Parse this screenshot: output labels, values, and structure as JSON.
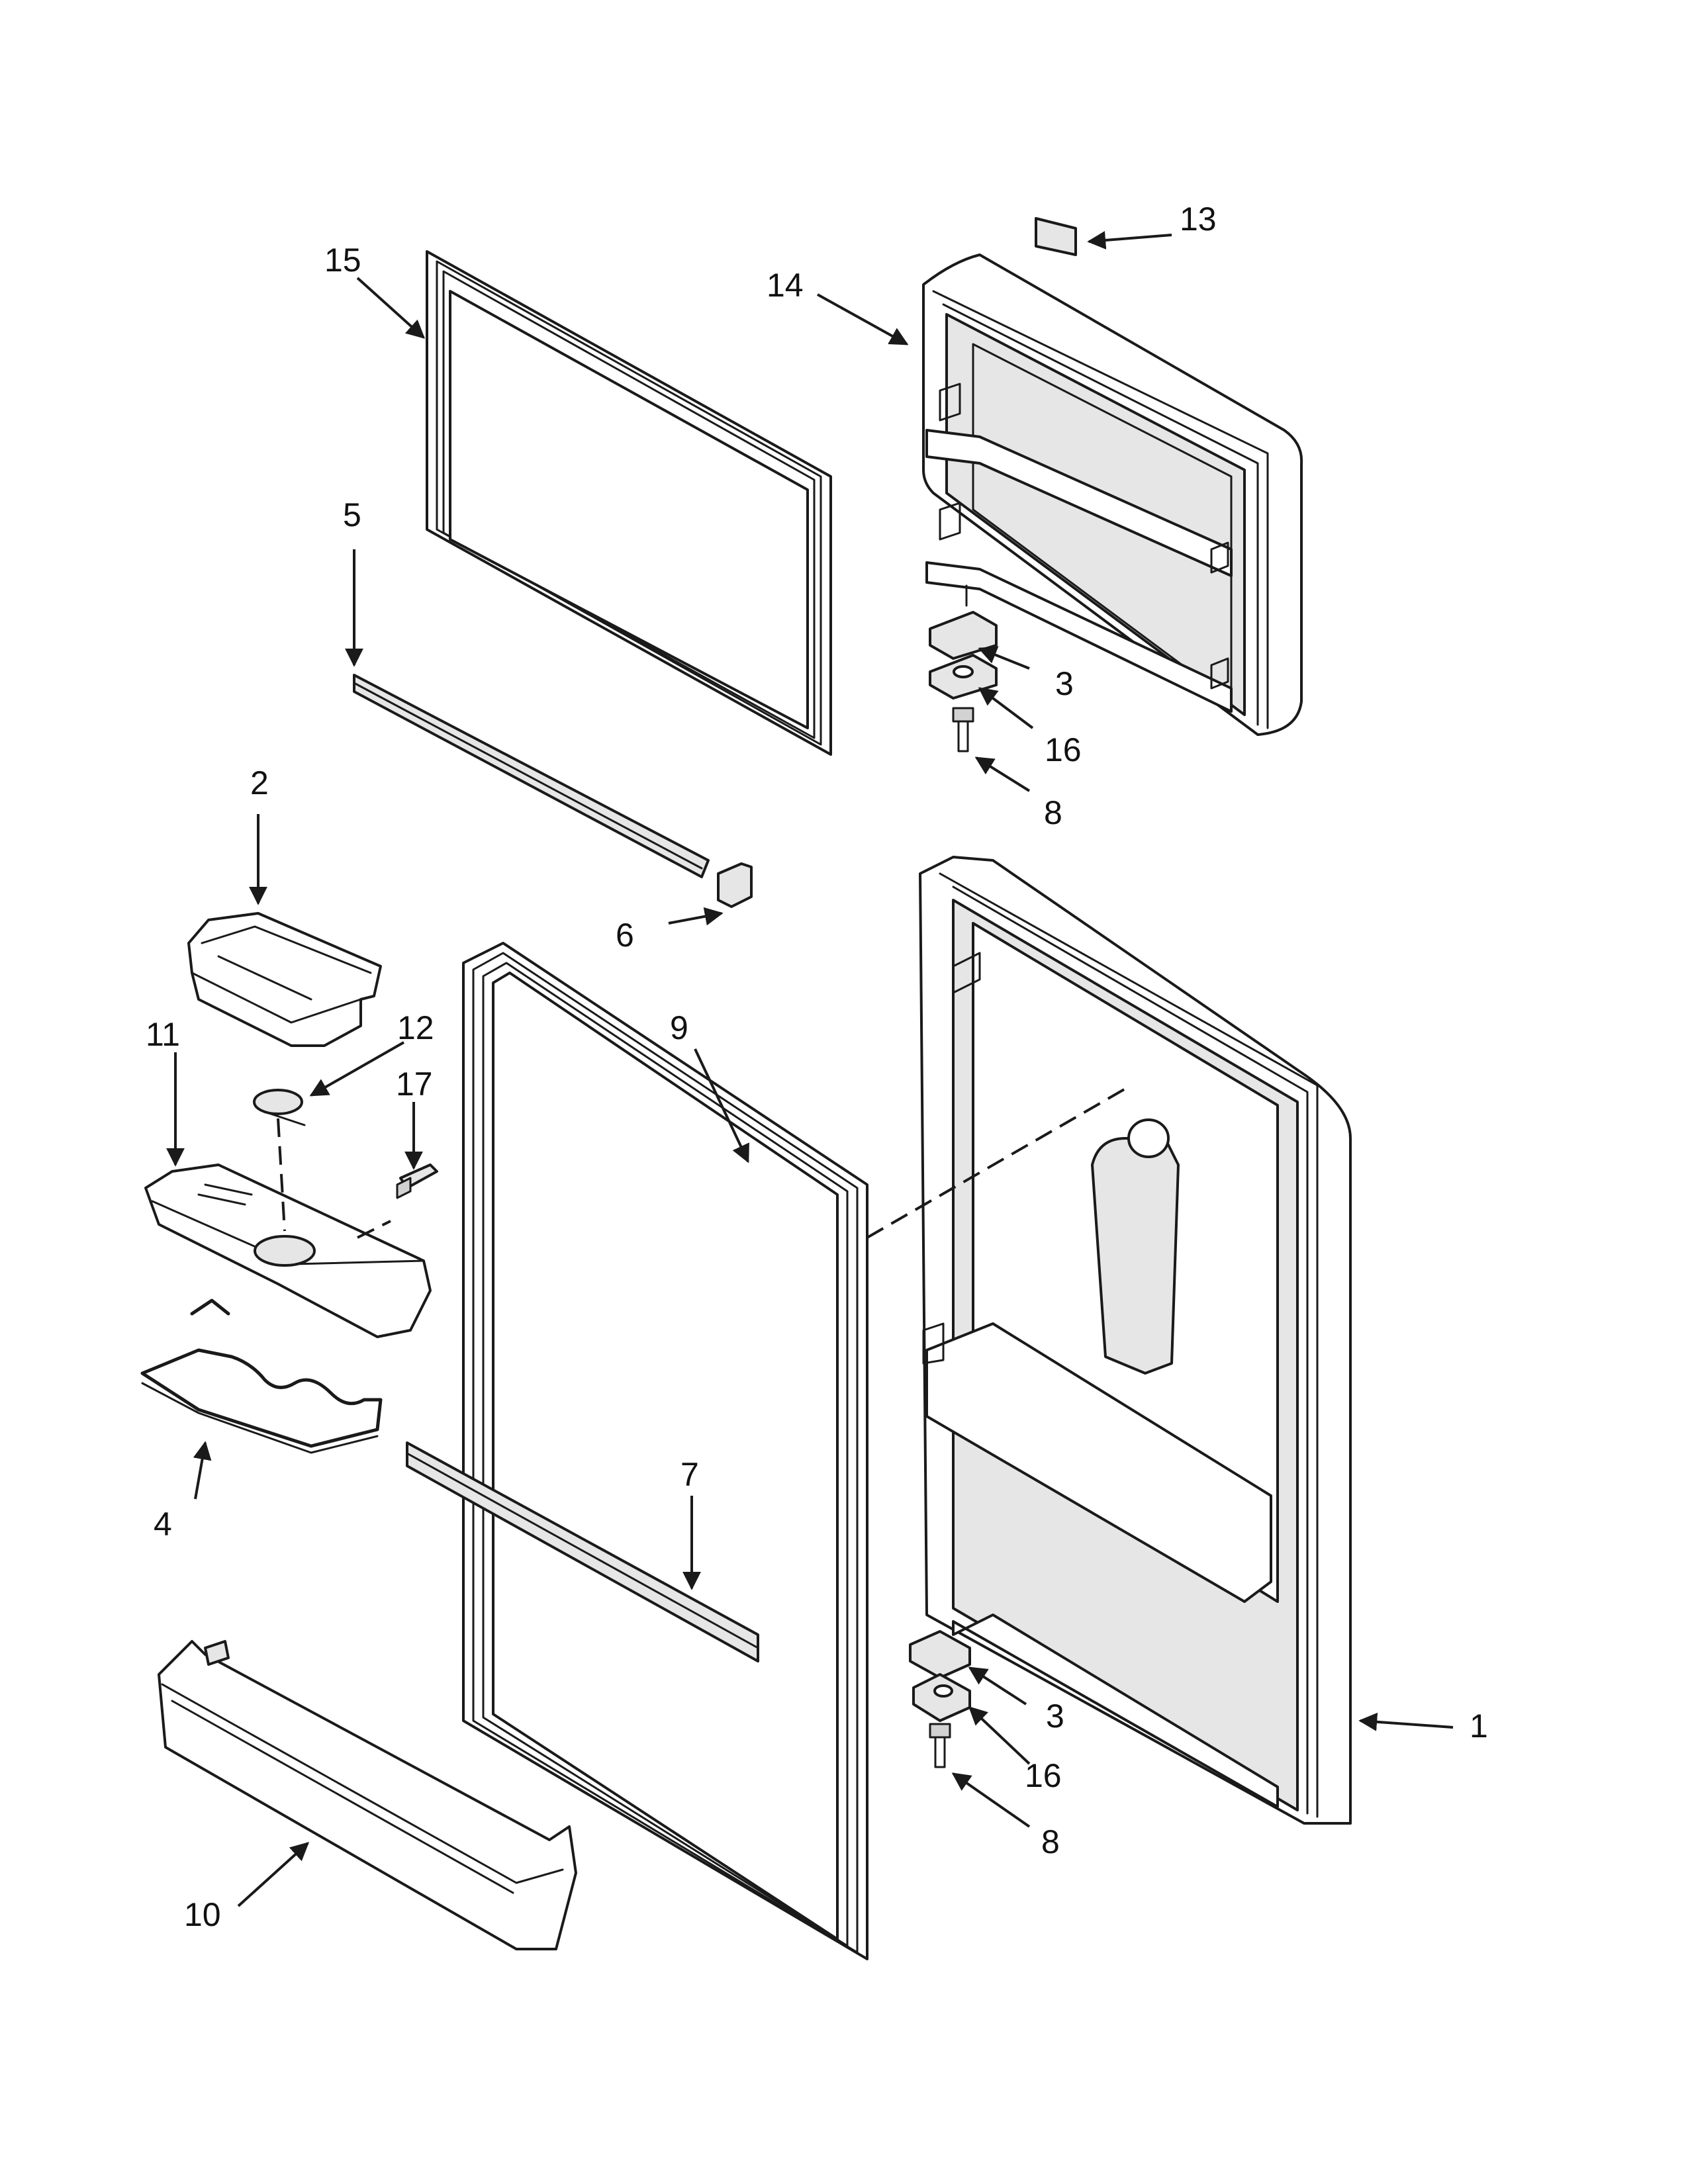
{
  "callouts": {
    "c1": "1",
    "c2": "2",
    "c3a": "3",
    "c3b": "3",
    "c4": "4",
    "c5": "5",
    "c6": "6",
    "c7": "7",
    "c8a": "8",
    "c8b": "8",
    "c9": "9",
    "c10": "10",
    "c11": "11",
    "c12": "12",
    "c13": "13",
    "c14": "14",
    "c15": "15",
    "c16a": "16",
    "c16b": "16",
    "c17": "17"
  }
}
